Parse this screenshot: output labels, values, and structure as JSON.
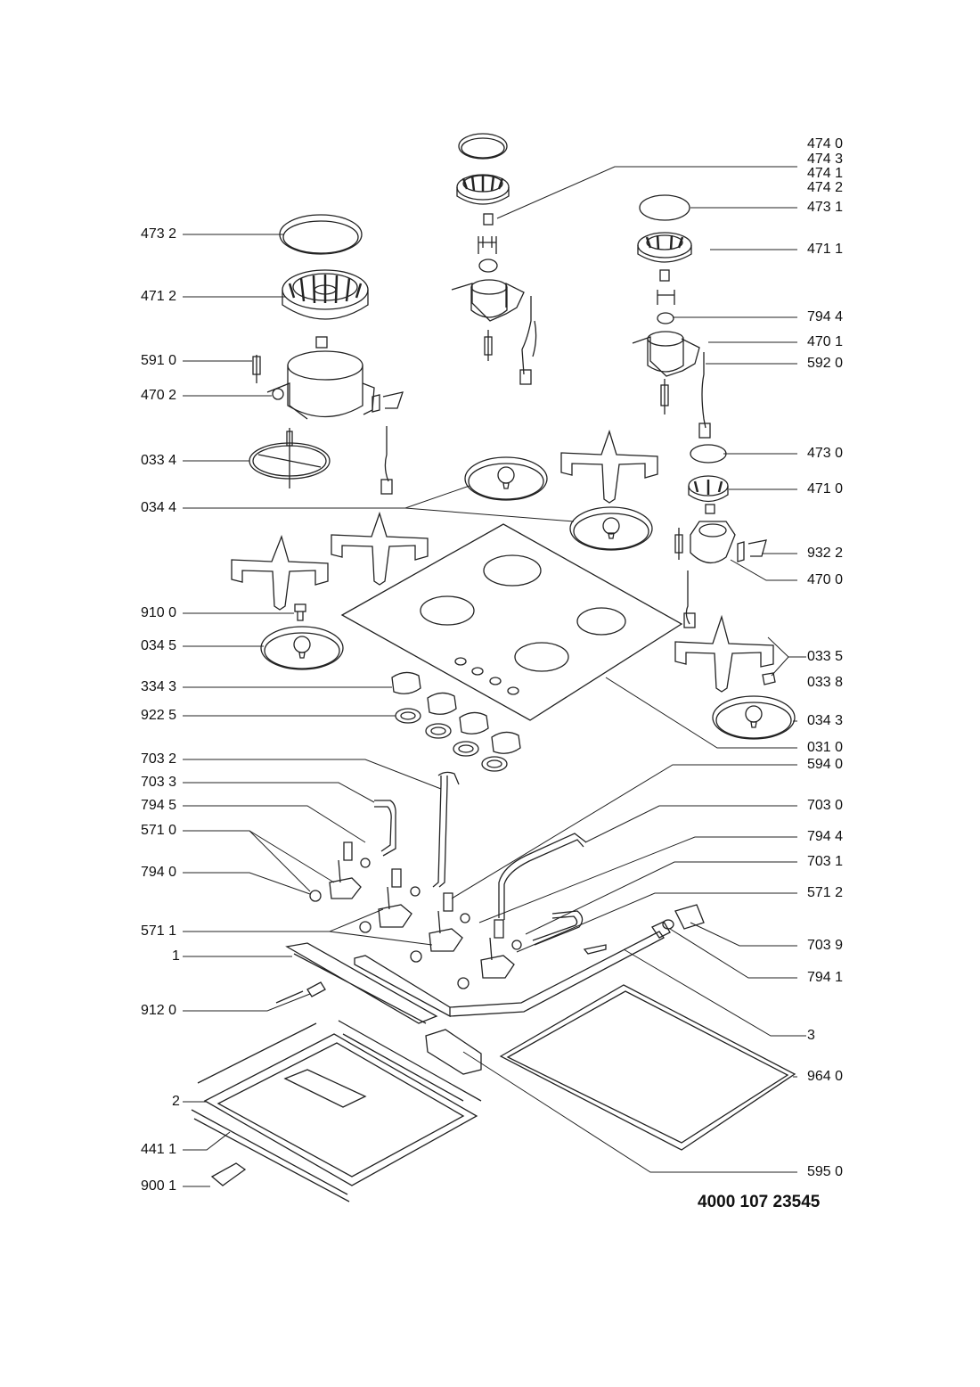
{
  "document_number": "4000 107 23545",
  "labels": {
    "474_0": "474 0",
    "474_3": "474 3",
    "474_1": "474 1",
    "474_2": "474 2",
    "473_1": "473 1",
    "471_1": "471 1",
    "473_2": "473 2",
    "471_2": "471 2",
    "794_4a": "794 4",
    "470_1": "470 1",
    "591_0": "591 0",
    "592_0": "592 0",
    "470_2": "470 2",
    "033_4": "033 4",
    "473_0": "473 0",
    "471_0": "471 0",
    "034_4": "034 4",
    "932_2": "932 2",
    "470_0": "470 0",
    "910_0": "910 0",
    "034_5": "034 5",
    "033_5": "033 5",
    "033_8": "033 8",
    "334_3": "334 3",
    "922_5": "922 5",
    "034_3": "034 3",
    "031_0": "031 0",
    "703_2": "703 2",
    "594_0": "594 0",
    "703_3": "703 3",
    "794_5": "794 5",
    "703_0": "703 0",
    "571_0": "571 0",
    "794_4b": "794 4",
    "703_1": "703 1",
    "794_0": "794 0",
    "571_2": "571 2",
    "571_1": "571 1",
    "703_9": "703 9",
    "p1": "1",
    "794_1": "794 1",
    "912_0": "912 0",
    "p3": "3",
    "964_0": "964 0",
    "p2": "2",
    "441_1": "441 1",
    "595_0": "595 0",
    "900_1": "900 1"
  }
}
